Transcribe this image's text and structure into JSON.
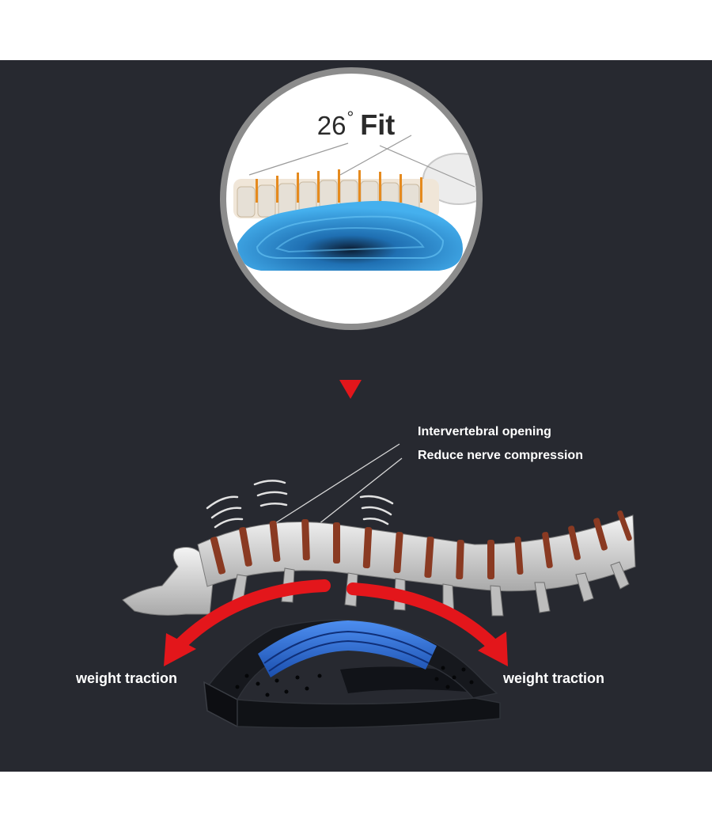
{
  "fit_badge": {
    "angle": "26",
    "degree_symbol": "°",
    "label": "Fit"
  },
  "callouts": {
    "line1": "Intervertebral opening",
    "line2": "Reduce nerve compression"
  },
  "traction": {
    "left": "weight traction",
    "right": "weight traction"
  },
  "colors": {
    "background": "#272930",
    "arrow_red": "#e3161b",
    "pad_blue": "#2f74d6",
    "cushion_blue": "#3aa6e6",
    "bone": "#dcdcdc",
    "disc": "#8a3a22"
  }
}
